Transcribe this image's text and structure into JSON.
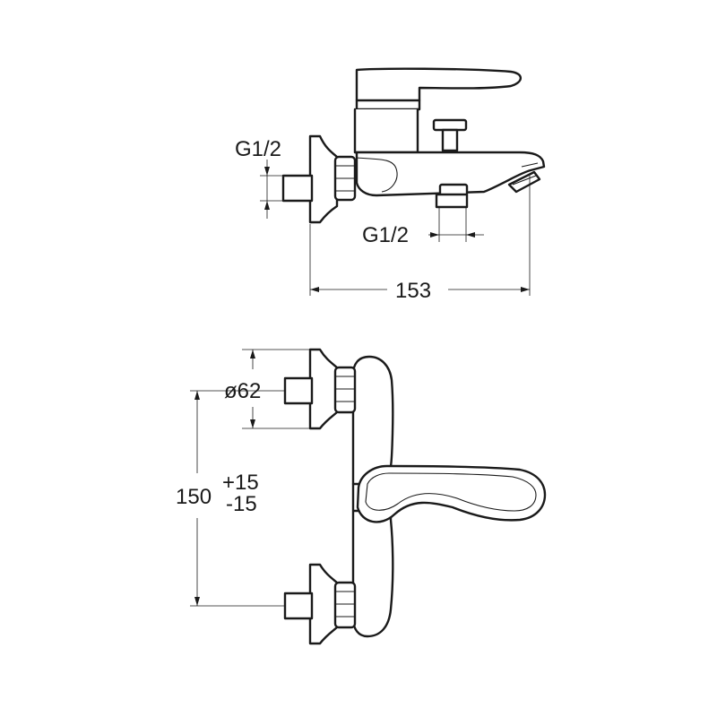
{
  "labels": {
    "inlet_thread_wall": "G1/2",
    "inlet_thread_bottom": "G1/2",
    "overall_depth": "153",
    "escutcheon_diameter": "ø62",
    "centre_distance_base": "150",
    "centre_distance_plus": "+15",
    "centre_distance_minus": "-15"
  }
}
